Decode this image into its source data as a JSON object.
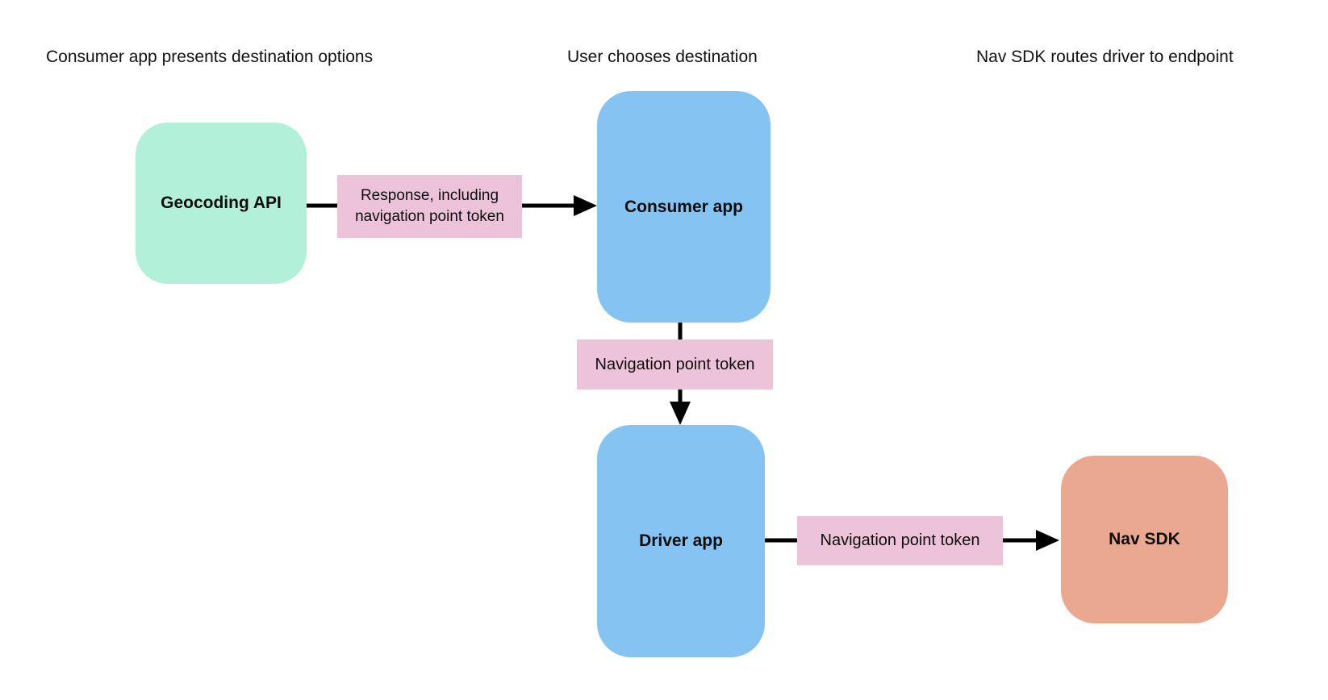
{
  "diagram": {
    "type": "flowchart",
    "background": "#ffffff",
    "headers": [
      {
        "label": "Consumer app presents destination options"
      },
      {
        "label": "User chooses destination"
      },
      {
        "label": "Nav SDK routes driver to endpoint"
      }
    ],
    "nodes": [
      {
        "id": "geocoding-api",
        "label": "Geocoding API",
        "color": "#b2f0d9",
        "shape": "rounded-rect"
      },
      {
        "id": "consumer-app",
        "label": "Consumer app",
        "color": "#85c3f2",
        "shape": "rounded-rect"
      },
      {
        "id": "driver-app",
        "label": "Driver app",
        "color": "#85c3f2",
        "shape": "rounded-rect"
      },
      {
        "id": "nav-sdk",
        "label": "Nav SDK",
        "color": "#e9a88f",
        "shape": "rounded-rect"
      }
    ],
    "edges": [
      {
        "from": "geocoding-api",
        "to": "consumer-app",
        "label": "Response, including navigation point token",
        "label_color": "#ecc3d9",
        "direction": "right"
      },
      {
        "from": "consumer-app",
        "to": "driver-app",
        "label": "Navigation point token",
        "label_color": "#ecc3d9",
        "direction": "down"
      },
      {
        "from": "driver-app",
        "to": "nav-sdk",
        "label": "Navigation point token",
        "label_color": "#ecc3d9",
        "direction": "right"
      }
    ],
    "colors": {
      "node_green": "#b2f0d9",
      "node_blue": "#85c3f2",
      "node_orange": "#e9a88f",
      "edge_label_pink": "#ecc3d9",
      "arrow_black": "#000000",
      "text": "#0d0d0d",
      "background": "#ffffff"
    }
  }
}
